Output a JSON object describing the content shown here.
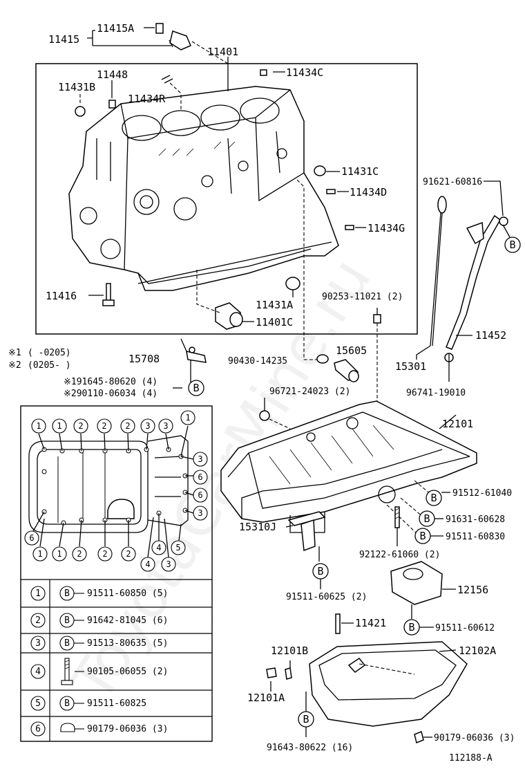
{
  "labels": {
    "p11415": "11415",
    "p11415A": "11415A",
    "p11401": "11401",
    "p11448": "11448",
    "p11434C": "11434C",
    "p11431B": "11431B",
    "p11434R": "11434R",
    "p11431C": "11431C",
    "p11434D": "11434D",
    "p11434G": "11434G",
    "p91621": "91621-60816",
    "p11416": "11416",
    "p11431A": "11431A",
    "p90253": "90253-11021 (2)",
    "p11401C": "11401C",
    "p11452": "11452",
    "p15605": "15605",
    "p15708": "15708",
    "p90430": "90430-14235",
    "p15301": "15301",
    "p96741": "96741-19010",
    "p96721": "96721-24023 (2)",
    "p12101": "12101",
    "p91512": "91512-61040",
    "p91631": "91631-60628",
    "p91511_830": "91511-60830",
    "p15310J": "15310J",
    "p92122": "92122-61060 (2)",
    "p91511_625": "91511-60625 (2)",
    "p12156": "12156",
    "p91511_612": "91511-60612",
    "p11421": "11421",
    "p12101B": "12101B",
    "p12102A": "12102A",
    "p12101A": "12101A",
    "p90179_bottom": "90179-06036 (3)",
    "p91643": "91643-80622 (16)",
    "ref": "112188-A"
  },
  "notes": {
    "n1_mark": "※1",
    "n1_range": "(      -0205)",
    "n2_mark": "※2",
    "n2_range": "(0205-      )",
    "sub1": "※191645-80620 (4)",
    "sub2": "※290110-06034 (4)"
  },
  "bolt_marker": "B",
  "legend": [
    {
      "num": "1",
      "part": "91511-60850 (5)"
    },
    {
      "num": "2",
      "part": "91642-81045 (6)"
    },
    {
      "num": "3",
      "part": "91513-80635 (5)"
    },
    {
      "num": "4",
      "part": "90105-06055 (2)"
    },
    {
      "num": "5",
      "part": "91511-60825"
    },
    {
      "num": "6",
      "part": "90179-06036 (3)"
    }
  ],
  "watermark": "ToyotaCarMine.ru"
}
